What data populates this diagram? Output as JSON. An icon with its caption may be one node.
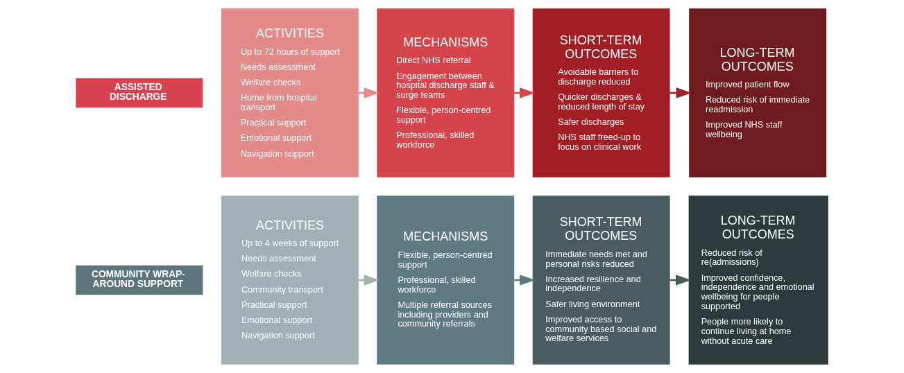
{
  "diagram": {
    "nodes": [
      {
        "text": [
          "ASSISTED DISCHARGE"
        ]
      },
      {
        "text": [
          "ACTIVITIES",
          "Up to 72 hours of support",
          "Needs assessment",
          "Welfare checks",
          "Home from hospital transport",
          "Practical support",
          "Emotional support",
          "Navigation support"
        ]
      },
      {
        "text": [
          "MECHANISMS",
          "Direct NHS referral",
          "Engagement between hospital discharge staff & surge teams",
          "Flexible, person-centred support",
          "Professional, skilled workforce"
        ]
      },
      {
        "text": [
          "SHORT-TERM OUTCOMES",
          "Avoidable barriers to discharge reduced",
          "Quicker discharges & reduced length of stay",
          "Safer discharges",
          "NHS staff freed-up to focus on clinical work"
        ]
      },
      {
        "text": [
          "LONG-TERM OUTCOMES",
          "Improved patient flow",
          "Reduced risk of immediate readmission",
          "Improved NHS staff wellbeing"
        ]
      },
      {
        "text": [
          "COMMUNITY WRAP-AROUND SUPPORT"
        ]
      },
      {
        "text": [
          "ACTIVITIES",
          "Up to 4 weeks of support",
          "Needs assessment",
          "Welfare checks",
          "Community transport",
          "Practical support",
          "Emotional support",
          "Navigation support"
        ]
      },
      {
        "text": [
          "MECHANISMS",
          "Flexible, person-centred support",
          "Professional, skilled workforce",
          "Multiple referral sources including providers and community referrals"
        ]
      },
      {
        "text": [
          "SHORT-TERM OUTCOMES",
          "Immediate needs met and personal risks reduced",
          "Increased resilience and independence",
          "Safer living environment",
          "Improved access to community based social and welfare services"
        ]
      },
      {
        "text": [
          "LONG-TERM OUTCOMES",
          "Reduced risk of re(admissions)",
          "Improved confidence, independence and emotional wellbeing for people supported",
          "People more likely to continue living at home without acute care"
        ]
      }
    ],
    "edges": [
      {
        "from": 1,
        "to": 2,
        "arrow": "to",
        "color": "#e58a8b"
      },
      {
        "from": 2,
        "to": 3,
        "arrow": "to",
        "color": "#d6444c"
      },
      {
        "from": 3,
        "to": 4,
        "arrow": "to",
        "color": "#a11f24"
      },
      {
        "from": 6,
        "to": 7,
        "arrow": "to",
        "color": "#a0b0b4"
      },
      {
        "from": 7,
        "to": 8,
        "arrow": "to",
        "color": "#5f7a80"
      },
      {
        "from": 8,
        "to": 9,
        "arrow": "to",
        "color": "#4a5c60"
      }
    ]
  }
}
